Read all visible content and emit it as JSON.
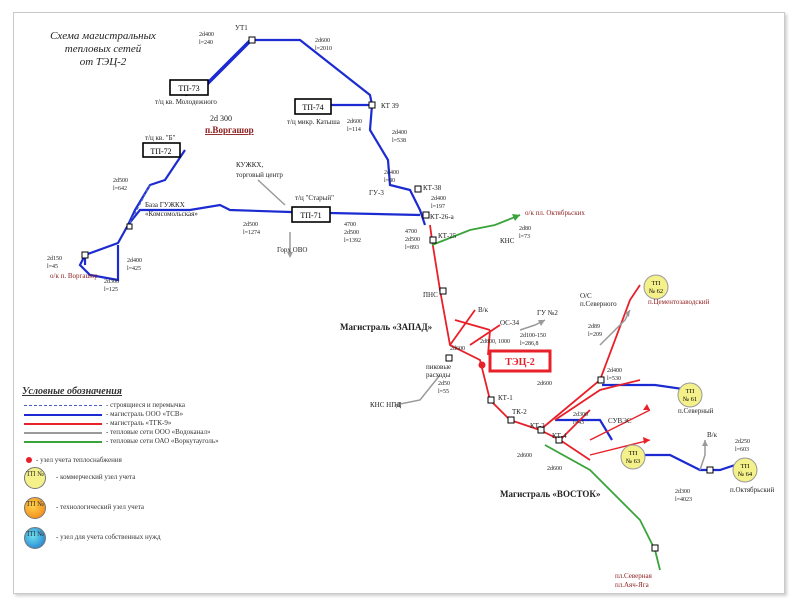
{
  "title_lines": [
    "Схема магистральных",
    "тепловых сетей",
    "от ТЭЦ-2"
  ],
  "colors": {
    "projected": "#4a5fc1",
    "tsv": "#1b2bd1",
    "tgk": "#e8202a",
    "vodokanal": "#9a9a9a",
    "vorkutaugol": "#3aa33a",
    "node_yellow": "#f4f08a",
    "node_orange": "#f6a020",
    "node_blue": "#22b5d8"
  },
  "labels": {
    "ut1": "УТ1",
    "tp73": "ТП-73",
    "tp73_caption": "т/ц кв. Молодежного",
    "d300": "2d 300",
    "vorgashor": "п.Воргашор",
    "tp74": "ТП-74",
    "tp74_caption": "т/ц микр. Катыша",
    "kt39": "КТ 39",
    "tp72": "ТП-72",
    "tp72_caption": "т/ц кв. \"Б\"",
    "tp71": "ТП-71",
    "tp71_caption": "т/ц \"Старый\"",
    "kuzhkh_1": "КУЖКХ,",
    "kuzhkh_2": "торговый центр",
    "gorkh_ovo": "Горх ОВО",
    "baza_1": "База ГУЖКХ",
    "baza_2": "«Комсомольская»",
    "ok_vorgashor": "о/к п. Воргашор",
    "gu3": "ГУ-3",
    "kt38": "КТ-38",
    "kt26a": "КТ-26-а",
    "kt25": "КТ-25",
    "ok_oktyabrsky": "о/к пл. Октябрьских",
    "kns": "КНС",
    "pns": "ПНС",
    "vk": "В/к",
    "gu2": "ГУ №2",
    "os34": "ОС-34",
    "magistral_zapad": "Магистраль «ЗАПАД»",
    "tec2": "ТЭЦ-2",
    "izmer_1": "пиковые",
    "izmer_2": "расходы",
    "kns_npd": "КНС НПД",
    "kt1": "КТ-1",
    "tk2": "ТК-2",
    "kt3": "КТ-3",
    "kt4": "КТ-4",
    "suves": "СУВЭС",
    "os_severny_1": "О/С",
    "os_severny_2": "п.Северного",
    "magistral_vostok": "Магистраль «ВОСТОК»",
    "tp62": "ТП",
    "tp62n": "№ 62",
    "tp62_caption": "п.Цементозаводский",
    "tp61": "ТП",
    "tp61n": "№ 61",
    "tp61_caption": "п.Северный",
    "tp63": "ТП",
    "tp63n": "№ 63",
    "tp64": "ТП",
    "tp64n": "№ 64",
    "tp64_caption": "п.Октябрьский",
    "vk2": "В/к",
    "end_1": "пл.Северная",
    "end_2": "пл.Аяч-Яга"
  },
  "pipes": [
    {
      "d": "2d400",
      "l": "l=240"
    },
    {
      "d": "2d600",
      "l": "l=2010"
    },
    {
      "d": "2d600",
      "l": "l=114"
    },
    {
      "d": "2d400",
      "l": "l=538"
    },
    {
      "d": "2d400",
      "l": "l=80"
    },
    {
      "d": "2d400",
      "l": "l=197"
    },
    {
      "d": "2d500",
      "l": "l=642"
    },
    {
      "d": "2d500",
      "l": "l=1274"
    },
    {
      "d": "4700",
      "l": "2d500"
    },
    {
      "d": "l=1392",
      "l": ""
    },
    {
      "d": "4700",
      "l": "2d500"
    },
    {
      "d": "l=893",
      "l": ""
    },
    {
      "d": "2d150",
      "l": "l=45"
    },
    {
      "d": "2d400",
      "l": "l=425"
    },
    {
      "d": "2d300",
      "l": "l=125"
    },
    {
      "d": "2d80",
      "l": "l=73"
    },
    {
      "d": "2d100-150",
      "l": "l=286,8"
    },
    {
      "d": "2d800, 1000",
      "l": ""
    },
    {
      "d": "2d89",
      "l": "l=209"
    },
    {
      "d": "2d600",
      "l": ""
    },
    {
      "d": "2d50",
      "l": "l=55"
    },
    {
      "d": "2d600",
      "l": ""
    },
    {
      "d": "2d400",
      "l": "l=530"
    },
    {
      "d": "2d300",
      "l": "l=43"
    },
    {
      "d": "2d600",
      "l": ""
    },
    {
      "d": "2d600",
      "l": ""
    },
    {
      "d": "2d300",
      "l": "l=4023"
    },
    {
      "d": "2d250",
      "l": "l=603"
    }
  ],
  "legend": {
    "title": "Условные обозначения",
    "lines": [
      {
        "label": "- строящиеся и перемычка",
        "style": "dashed",
        "color": "#4a5fc1"
      },
      {
        "label": "- магистраль ООО «ТСВ»",
        "style": "solid",
        "color": "#1b2bd1"
      },
      {
        "label": "- магистраль «ТГК-9»",
        "style": "solid",
        "color": "#e8202a"
      },
      {
        "label": "- тепловые сети ООО «Водоканал»",
        "style": "solid",
        "color": "#9a9a9a"
      },
      {
        "label": "- тепловые сети ОАО «Воркутауголь»",
        "style": "solid",
        "color": "#3aa33a"
      }
    ],
    "point": "- узел учета теплоснабжения",
    "nodes": [
      {
        "label": "- коммерческий узел учета",
        "text": "ТП №",
        "color": "#f4f08a"
      },
      {
        "label": "- технологический узел учета",
        "text": "ТП №",
        "color": "#f6a020"
      },
      {
        "label": "- узел для учета собственных нужд",
        "text": "ТП №",
        "color": "#22b5d8"
      }
    ]
  }
}
